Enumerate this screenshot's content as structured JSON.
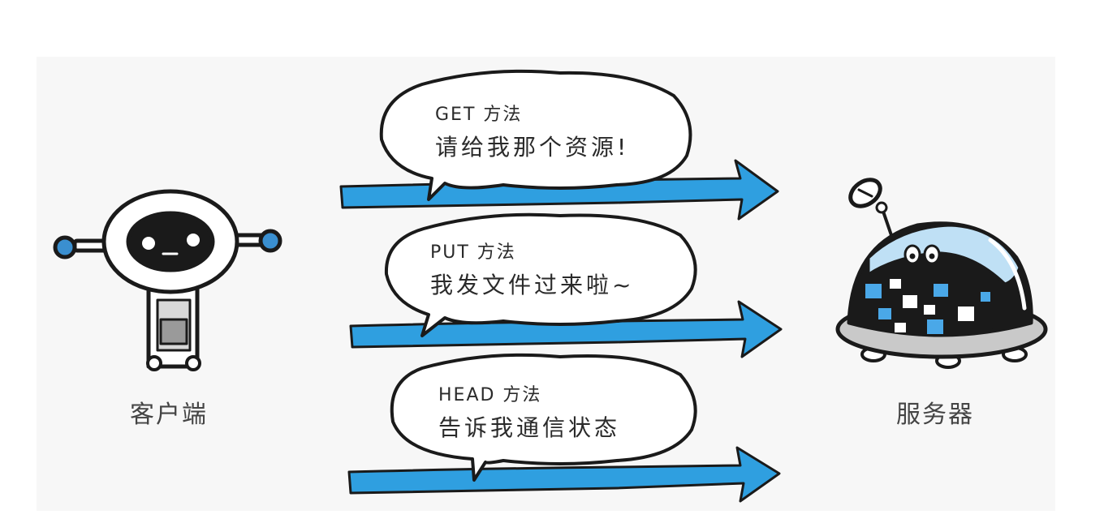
{
  "client": {
    "label": "客户端"
  },
  "server": {
    "label": "服务器"
  },
  "messages": [
    {
      "method": "GET 方法",
      "text": "请给我那个资源!"
    },
    {
      "method": "PUT 方法",
      "text": "我发文件过来啦~"
    },
    {
      "method": "HEAD 方法",
      "text": "告诉我通信状态"
    }
  ],
  "colors": {
    "arrow": "#2f9fe0",
    "arrow_outline": "#1a1a1a",
    "robot_face": "#1a1a1a",
    "robot_accent": "#3a8fd0",
    "server_dome": "#bfe0f5",
    "server_tile_blue": "#4aa8e8"
  }
}
